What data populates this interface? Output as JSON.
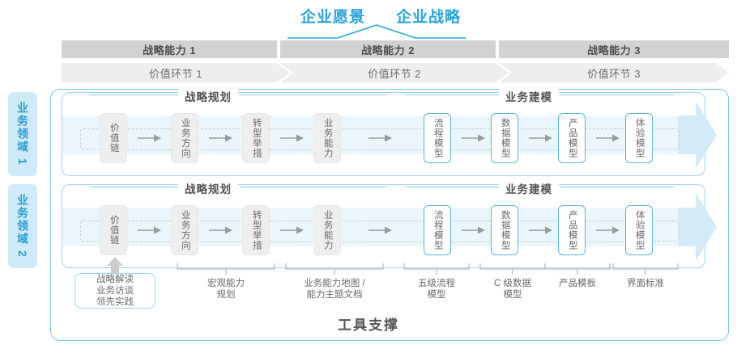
{
  "header": {
    "vision_title": "企业愿景",
    "strategy_title": "企业战略"
  },
  "capabilities": [
    {
      "label": "战略能力 1"
    },
    {
      "label": "战略能力 2"
    },
    {
      "label": "战略能力 3"
    }
  ],
  "value_segments": [
    {
      "label": "价值环节 1"
    },
    {
      "label": "价值环节 2"
    },
    {
      "label": "价值环节 3"
    }
  ],
  "domains": [
    {
      "label": "业务领域 1"
    },
    {
      "label": "业务领域 2"
    }
  ],
  "groups": {
    "planning_title": "战略规划",
    "modeling_title": "业务建模"
  },
  "nodes": {
    "planning": [
      {
        "label": "价值链"
      },
      {
        "label": "业务方向"
      },
      {
        "label": "转型举措"
      },
      {
        "label": "业务能力"
      }
    ],
    "modeling": [
      {
        "label": "流程模型"
      },
      {
        "label": "数据模型"
      },
      {
        "label": "产品模型"
      },
      {
        "label": "体验模型"
      }
    ]
  },
  "footnotes": {
    "tool_box": "战略解读\n业务访谈\n领先实践",
    "items": [
      {
        "label": "宏观能力\n规划"
      },
      {
        "label": "业务能力地图 /\n能力主题文档"
      },
      {
        "label": "五级流程\n模型"
      },
      {
        "label": "C 级数据\n模型"
      },
      {
        "label": "产品模板"
      },
      {
        "label": "界面标准"
      }
    ]
  },
  "footer": {
    "title": "工具支撑"
  },
  "colors": {
    "accent_blue": "#29a3dc",
    "lane_border": "#9fd4ec",
    "band": "#eaf6fc",
    "cap_bar": "#d2d2d2",
    "val_bar": "#eeeeee",
    "tab_bg": "#cfeaf8"
  }
}
